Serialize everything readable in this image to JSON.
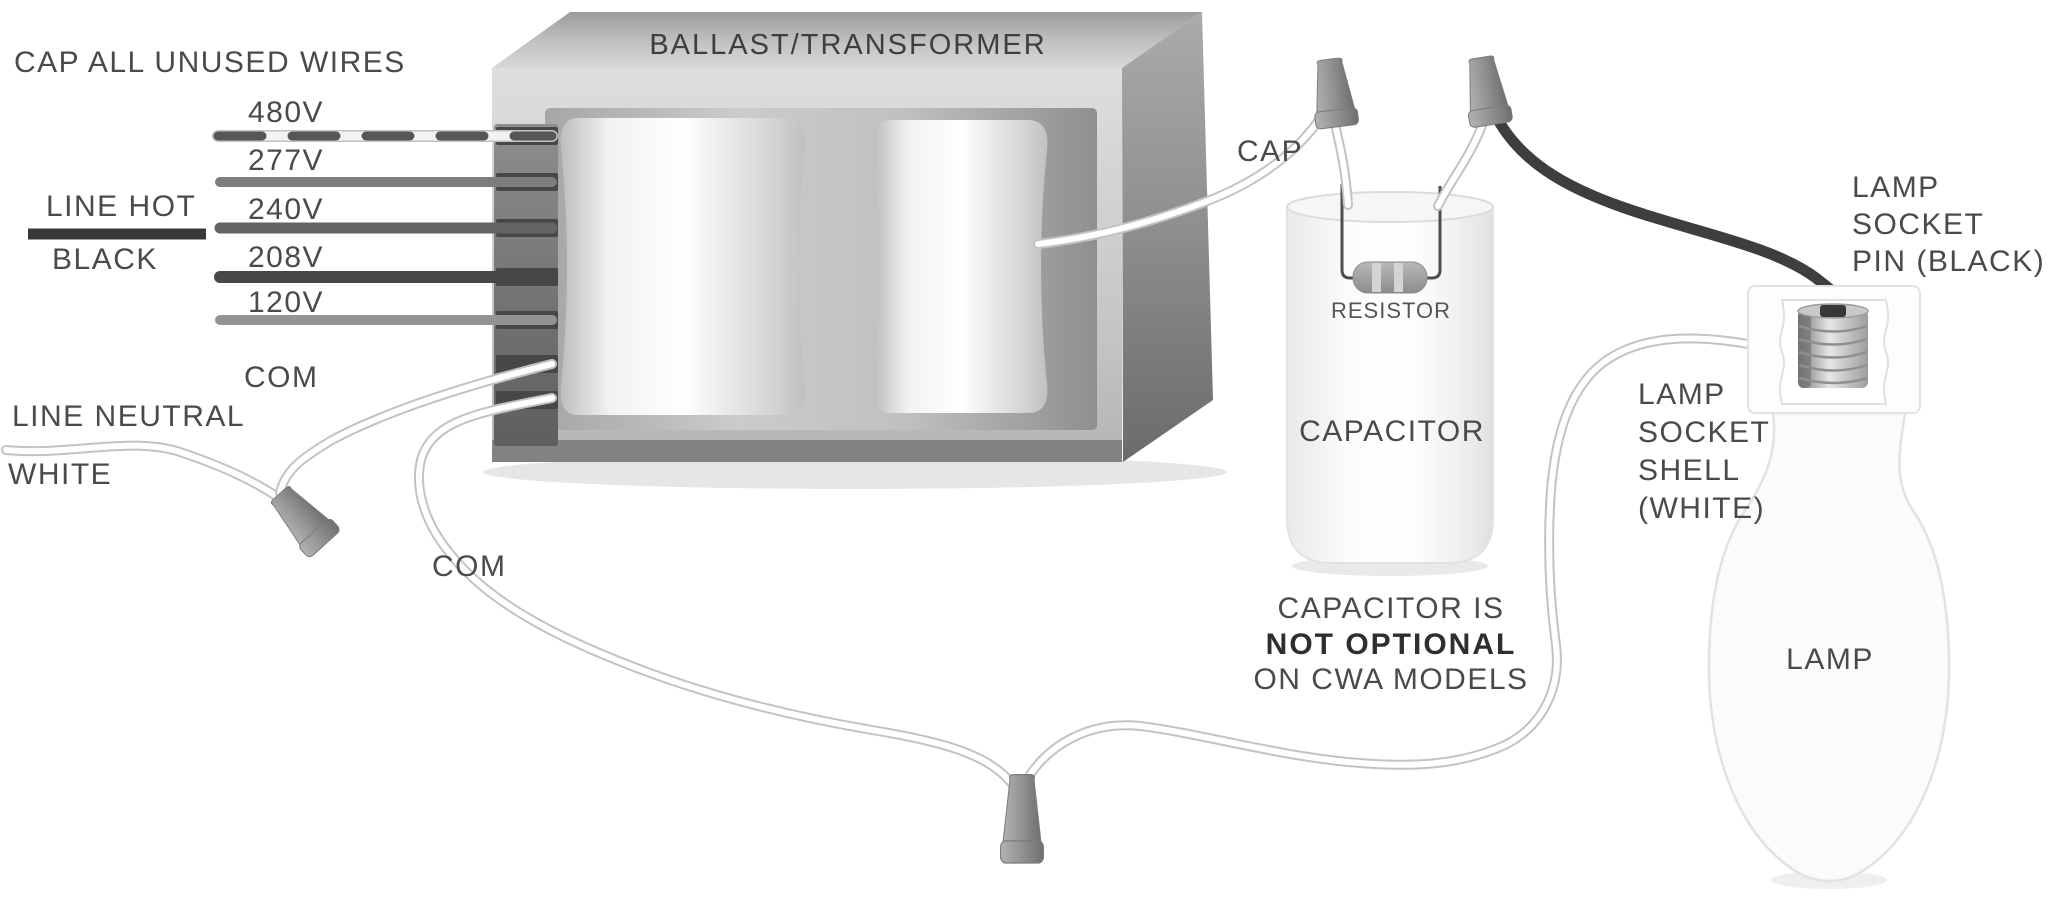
{
  "diagram": {
    "ballast": {
      "title": "BALLAST/TRANSFORMER"
    },
    "input_labels": {
      "cap_all": "CAP ALL UNUSED WIRES",
      "line_hot": "LINE HOT",
      "line_hot_color": "BLACK",
      "line_neutral": "LINE NEUTRAL",
      "line_neutral_color": "WHITE",
      "com_upper": "COM",
      "com_lower": "COM"
    },
    "voltage_taps": [
      {
        "label": "480V",
        "wire_style": "striped-black-white"
      },
      {
        "label": "277V",
        "wire_style": "gray"
      },
      {
        "label": "240V",
        "wire_style": "dark-gray"
      },
      {
        "label": "208V",
        "wire_style": "charcoal"
      },
      {
        "label": "120V",
        "wire_style": "light-gray"
      }
    ],
    "capacitor": {
      "cap_label": "CAP",
      "resistor_label": "RESISTOR",
      "name": "CAPACITOR",
      "note": [
        "CAPACITOR IS",
        "NOT OPTIONAL",
        "ON CWA MODELS"
      ]
    },
    "lamp": {
      "socket_pin_label": [
        "LAMP",
        "SOCKET",
        "PIN (BLACK)"
      ],
      "socket_shell_label": [
        "LAMP",
        "SOCKET",
        "SHELL",
        "(WHITE)"
      ],
      "bulb_label": "LAMP"
    },
    "colors": {
      "label_text": "#4a4a4a",
      "bold_text": "#2e2e2e",
      "black_wire": "#3e3e3e",
      "white_wire_casing": "#c3c3c3",
      "wire_480": "#565656",
      "wire_277": "#7d7d7d",
      "wire_240": "#636363",
      "wire_208": "#474747",
      "wire_120": "#949494"
    }
  }
}
